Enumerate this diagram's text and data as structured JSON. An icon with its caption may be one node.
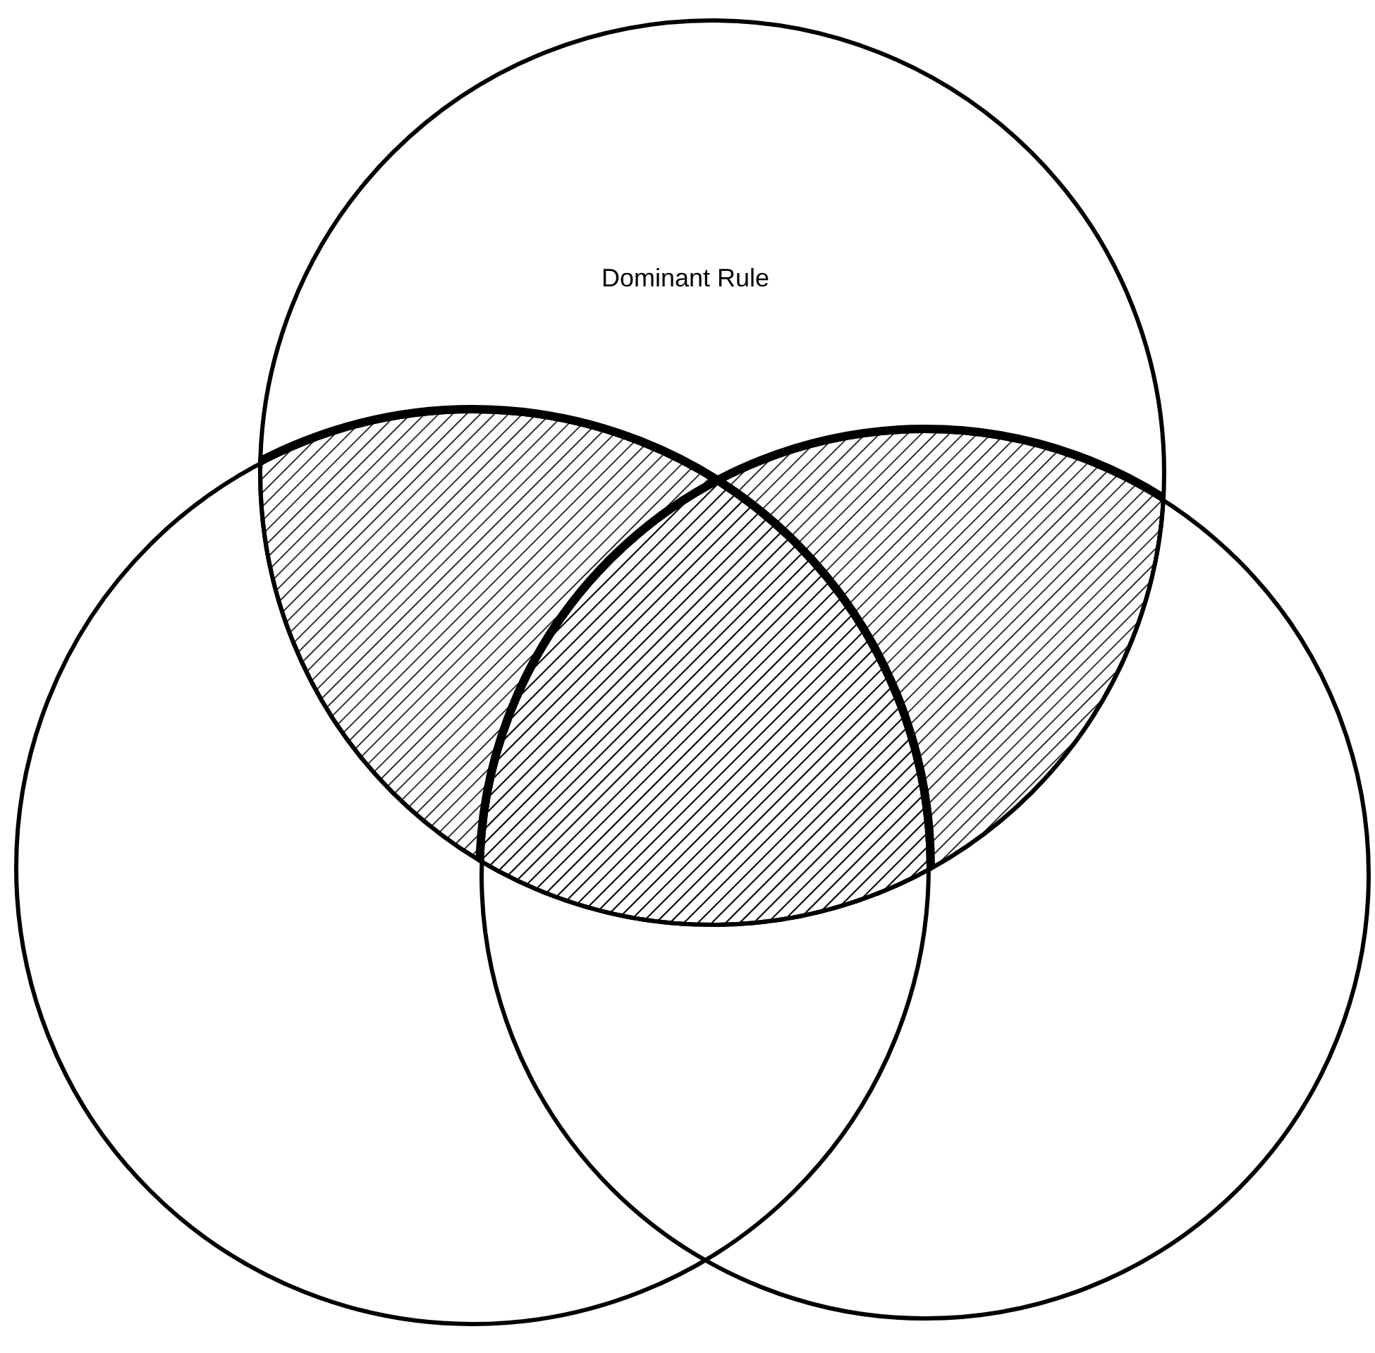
{
  "diagram": {
    "nodes": [
      {
        "text": [
          "Dominant Rule"
        ]
      },
      {
        "text": [],
        "shape": "circle"
      },
      {
        "text": [],
        "shape": "circle"
      }
    ]
  }
}
